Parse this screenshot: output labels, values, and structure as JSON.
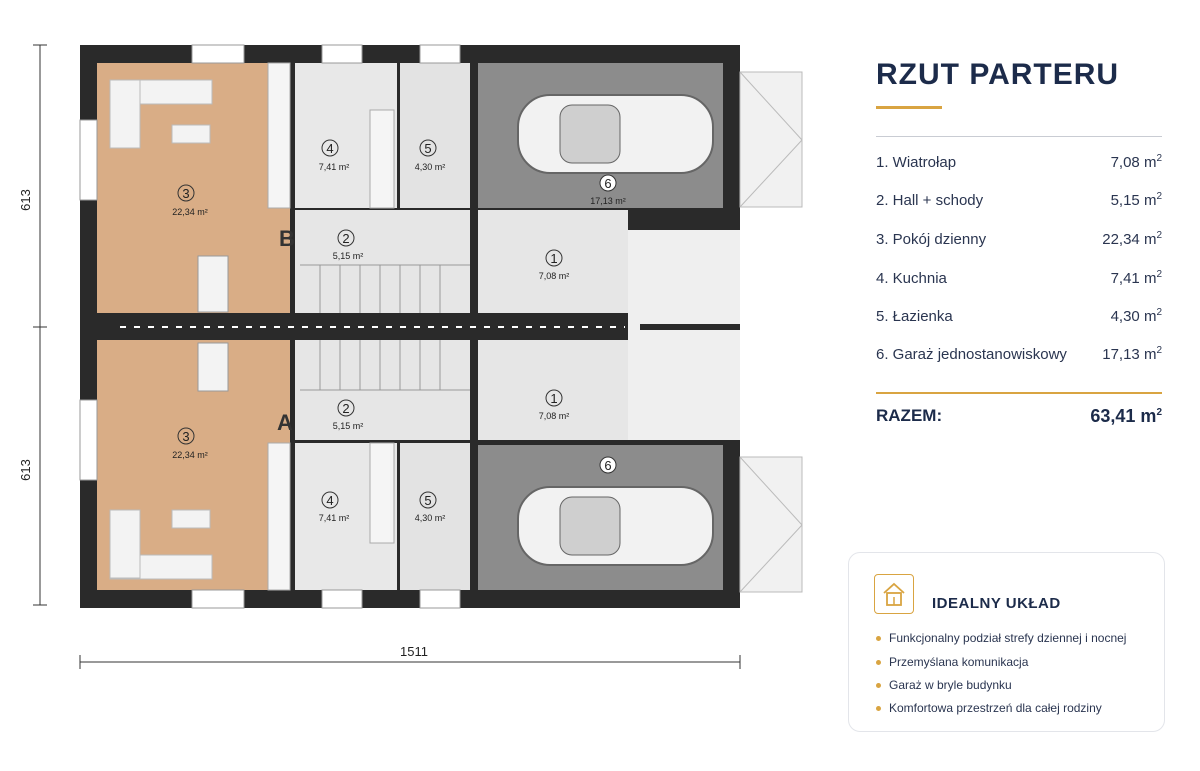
{
  "panel": {
    "title": "RZUT PARTERU",
    "rooms": [
      {
        "name": "1. Wiatrołap",
        "area": "7,08 m",
        "unit_sup": "2"
      },
      {
        "name": "2. Hall + schody",
        "area": "5,15 m",
        "unit_sup": "2"
      },
      {
        "name": "3. Pokój dzienny",
        "area": "22,34 m",
        "unit_sup": "2"
      },
      {
        "name": "4. Kuchnia",
        "area": "7,41 m",
        "unit_sup": "2"
      },
      {
        "name": "5. Łazienka",
        "area": "4,30 m",
        "unit_sup": "2"
      },
      {
        "name": "6. Garaż jednostanowiskowy",
        "area": "17,13 m",
        "unit_sup": "2"
      }
    ],
    "total_label": "RAZEM:",
    "total_area": "63,41 m",
    "total_sup": "2"
  },
  "card": {
    "title": "IDEALNY UKŁAD",
    "icon": "house-icon",
    "bullets": [
      "Funkcjonalny podział strefy dziennej i nocnej",
      "Przemyślana komunikacja",
      "Garaż w bryle budynku",
      "Komfortowa przestrzeń dla całej rodziny"
    ]
  },
  "plan": {
    "dim_width": "1511",
    "dim_height_top": "613",
    "dim_height_bottom": "613",
    "unit_b": "B",
    "unit_a": "A",
    "labels": {
      "r1": "1",
      "r1_area": "7,08 m²",
      "r2": "2",
      "r2_area": "5,15 m²",
      "r3": "3",
      "r3_area": "22,34 m²",
      "r4": "4",
      "r4_area": "7,41 m²",
      "r5": "5",
      "r5_area": "4,30 m²",
      "r6": "6",
      "r6_area": "17,13 m²"
    }
  },
  "colors": {
    "navy": "#1c2b4a",
    "gold": "#d9a441",
    "wall": "#2a2a2a",
    "wood": "#d9ad86",
    "tile": "#e6e6e6",
    "garage": "#8c8c8c"
  }
}
